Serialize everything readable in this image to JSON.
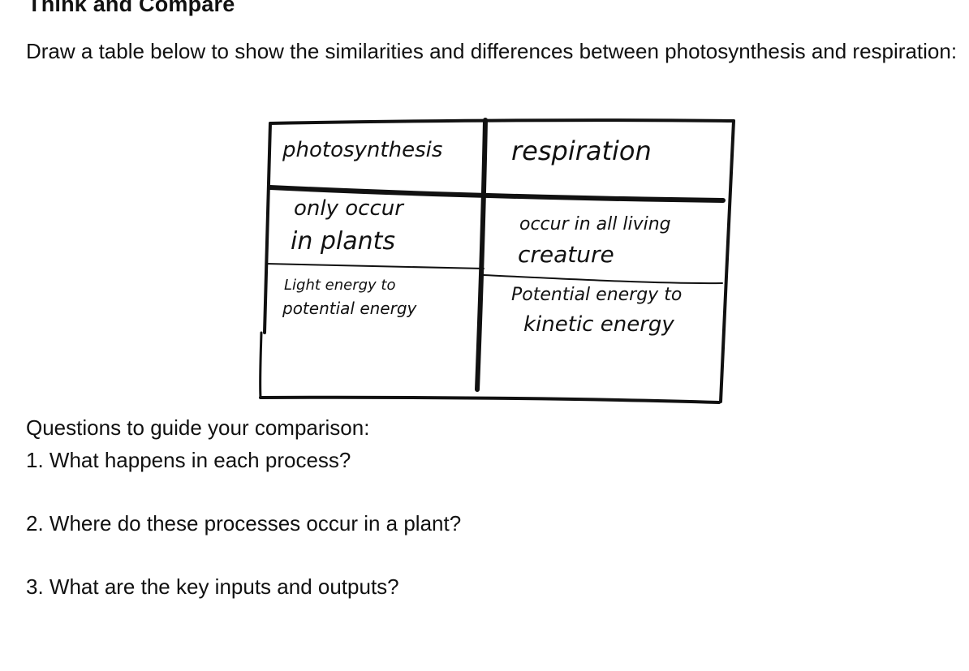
{
  "heading": "Think and Compare",
  "instruction": "Draw a table below to show the similarities and differences between photosynthesis and respiration:",
  "table": {
    "headers": [
      "photosynthesis",
      "respiration"
    ],
    "rows": [
      {
        "left": [
          "only occur",
          "in plants"
        ],
        "right": [
          "occur in all living",
          "creature"
        ]
      },
      {
        "left": [
          "Light energy to",
          "potential energy"
        ],
        "right": [
          "Potential energy to",
          "kinetic energy"
        ]
      }
    ]
  },
  "guide": {
    "title": "Questions to guide your comparison:",
    "questions": [
      "1. What happens in each process?",
      "2. Where do these processes occur in a plant?",
      "3. What are the key inputs and outputs?"
    ]
  }
}
